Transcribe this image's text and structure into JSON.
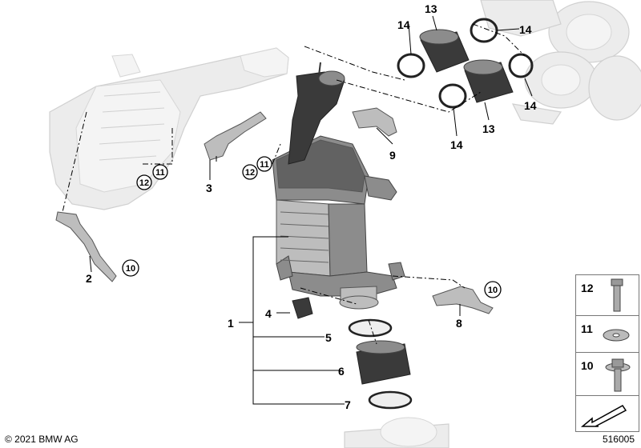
{
  "labels": {
    "l1": "1",
    "l2": "2",
    "l3": "3",
    "l4": "4",
    "l5": "5",
    "l6": "6",
    "l7": "7",
    "l8": "8",
    "l9": "9",
    "l13a": "13",
    "l13b": "13",
    "l14a": "14",
    "l14b": "14",
    "l14c": "14",
    "l14d": "14"
  },
  "circled": {
    "c10a": "10",
    "c10b": "10",
    "c11a": "11",
    "c11b": "11",
    "c12a": "12",
    "c12b": "12"
  },
  "side_panel": {
    "item12": "12",
    "item11": "11",
    "item10": "10"
  },
  "footer": {
    "copyright": "© 2021 BMW AG",
    "doc_number": "516005"
  }
}
